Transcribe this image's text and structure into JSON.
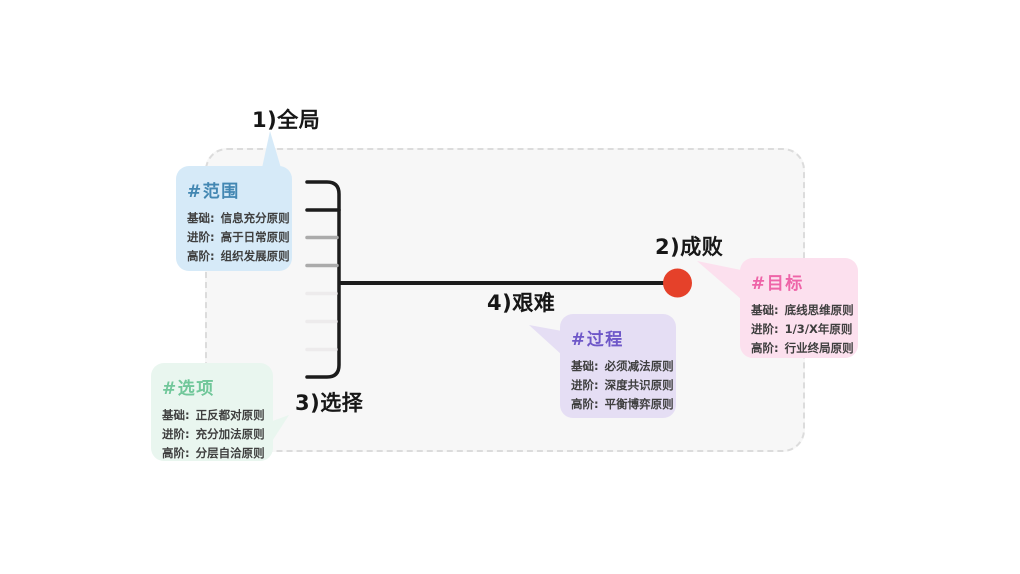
{
  "diagram": {
    "panel_fill": "#f7f7f7",
    "panel_border_color": "#dcdcdc",
    "line_color": "#1c1c1c",
    "tick_gray": "#ababab",
    "tick_light": "#edebec",
    "dot_color": "#e5412a"
  },
  "labels": {
    "global": "1)全局",
    "outcome": "2)成败",
    "choice": "3)选择",
    "hardship": "4)艰难"
  },
  "callouts": {
    "scope": {
      "title": "#范围",
      "accent": "#4387b2",
      "fill": "#d6eaf8",
      "items": [
        {
          "level": "基础:",
          "text": "信息充分原则"
        },
        {
          "level": "进阶:",
          "text": "高于日常原则"
        },
        {
          "level": "高阶:",
          "text": "组织发展原则"
        }
      ]
    },
    "options": {
      "title": "#选项",
      "accent": "#71c79a",
      "fill": "#e9f6ef",
      "items": [
        {
          "level": "基础:",
          "text": "正反都对原则"
        },
        {
          "level": "进阶:",
          "text": "充分加法原则"
        },
        {
          "level": "高阶:",
          "text": "分层自洽原则"
        }
      ]
    },
    "process": {
      "title": "#过程",
      "accent": "#6e57c8",
      "fill": "#e5def4",
      "items": [
        {
          "level": "基础:",
          "text": "必须减法原则"
        },
        {
          "level": "进阶:",
          "text": "深度共识原则"
        },
        {
          "level": "高阶:",
          "text": "平衡博弈原则"
        }
      ]
    },
    "goal": {
      "title": "#目标",
      "accent": "#ee64a8",
      "fill": "#fce0ee",
      "items": [
        {
          "level": "基础:",
          "text": "底线思维原则"
        },
        {
          "level": "进阶:",
          "text": "1/3/X年原则"
        },
        {
          "level": "高阶:",
          "text": "行业终局原则"
        }
      ]
    }
  }
}
